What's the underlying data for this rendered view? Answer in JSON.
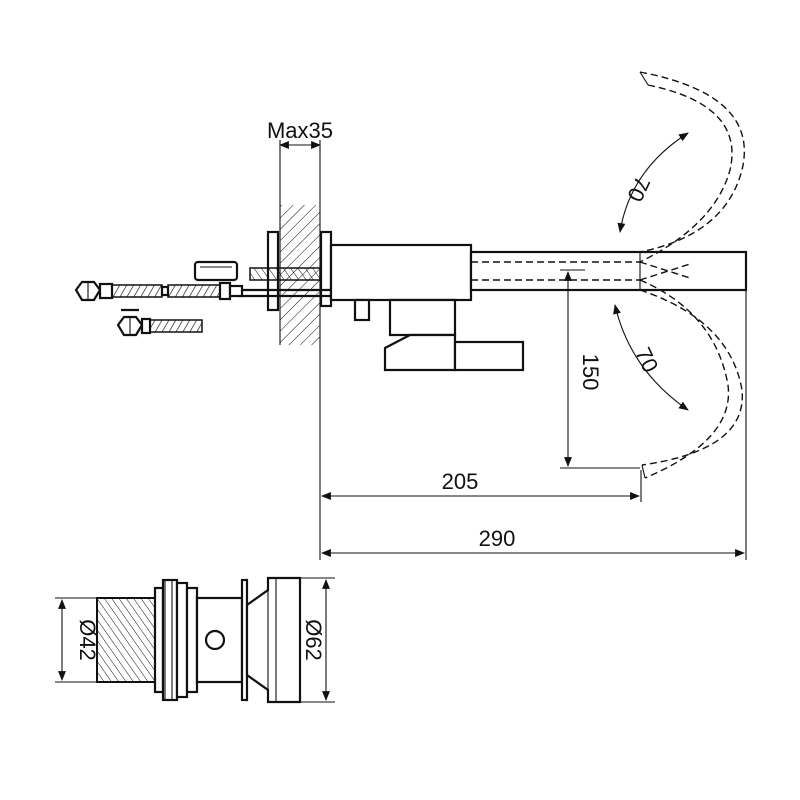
{
  "dimensions": {
    "wall_thickness": "Max35",
    "rotation_upper": "70",
    "rotation_lower": "70",
    "spout_height": "150",
    "spout_reach": "205",
    "overall_length": "290",
    "thread_diameter": "Ø42",
    "flange_diameter": "Ø62"
  }
}
